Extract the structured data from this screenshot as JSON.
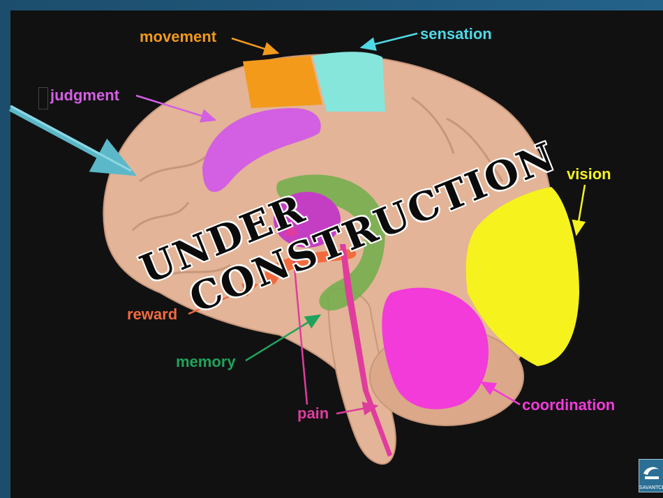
{
  "labels": {
    "movement": "movement",
    "sensation": "sensation",
    "judgment": "judgment",
    "vision": "vision",
    "reward": "reward",
    "memory": "memory",
    "pain": "pain",
    "coordination": "coordination"
  },
  "stamp": {
    "line1": "UNDER",
    "line2": "CONSTRUCTION"
  },
  "logo": {
    "text": "SAVANTCE"
  },
  "colors": {
    "movement": "#f39a1b",
    "sensation": "#86e6dc",
    "judgment": "#d35fe2",
    "vision": "#f5f21e",
    "reward": "#f26b3e",
    "memory": "#1fa35b",
    "pain": "#e03c9e",
    "coordination": "#f23bd9",
    "brain": "#e3b497",
    "pointer_arrow": "#5bb8c9"
  }
}
